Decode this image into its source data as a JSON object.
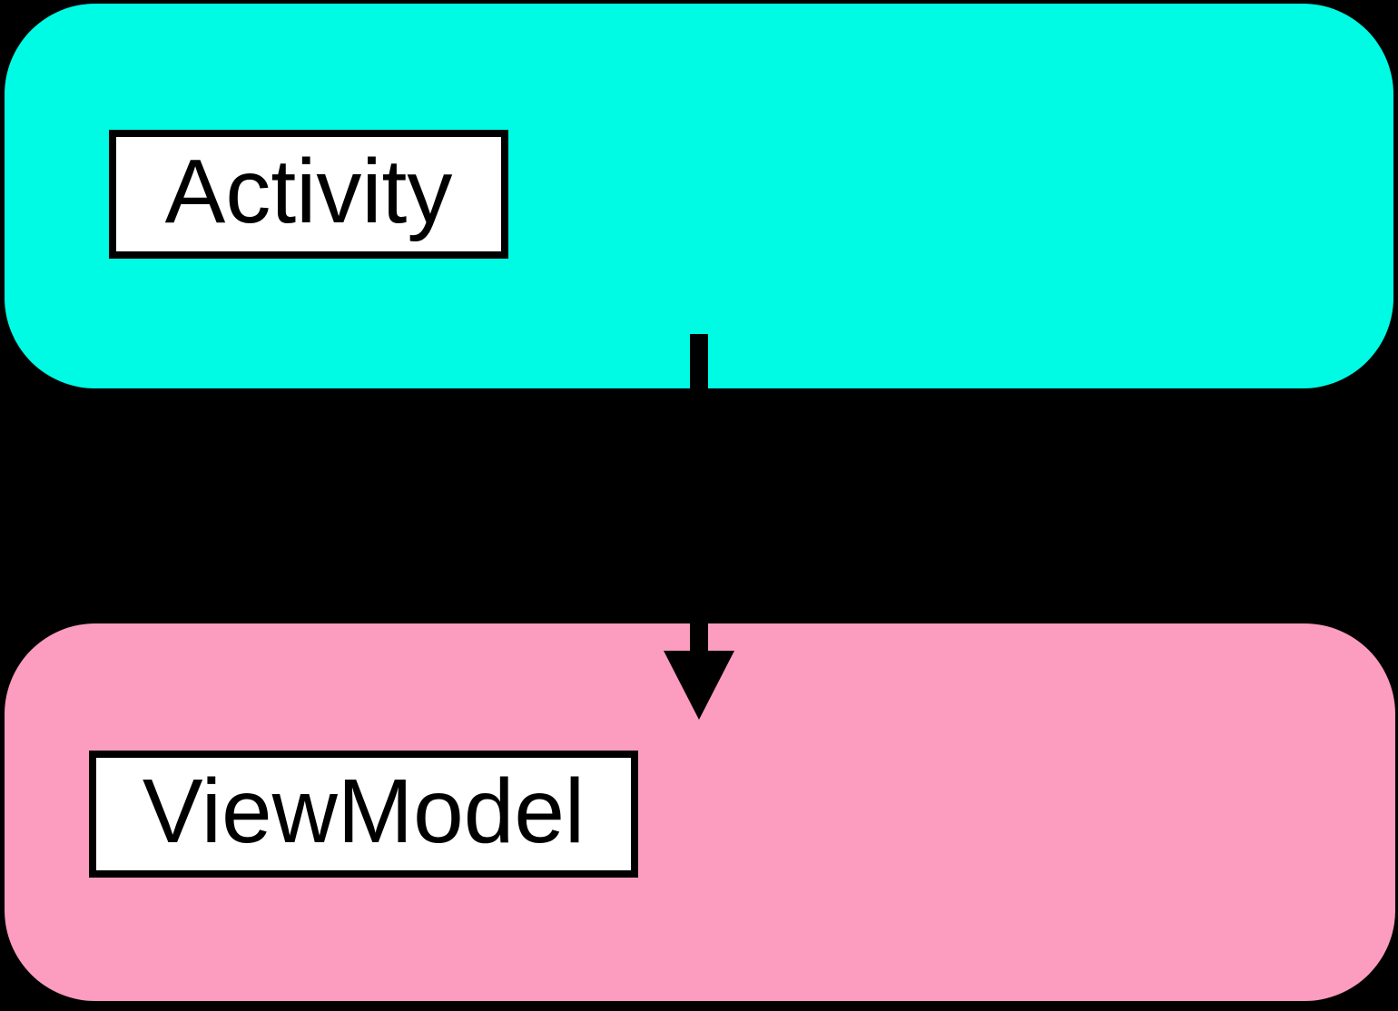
{
  "colors": {
    "background": "#000000",
    "activity_container": "#00FBE4",
    "viewmodel_container": "#FC9CBF",
    "label_box_background": "#FFFFFF",
    "label_box_border": "#000000",
    "arrow": "#000000"
  },
  "nodes": [
    {
      "id": "activity",
      "label": "Activity",
      "fill": "#00FBE4"
    },
    {
      "id": "viewmodel",
      "label": "ViewModel",
      "fill": "#FC9CBF"
    }
  ],
  "edges": [
    {
      "from": "activity",
      "to": "viewmodel",
      "direction": "down"
    }
  ]
}
